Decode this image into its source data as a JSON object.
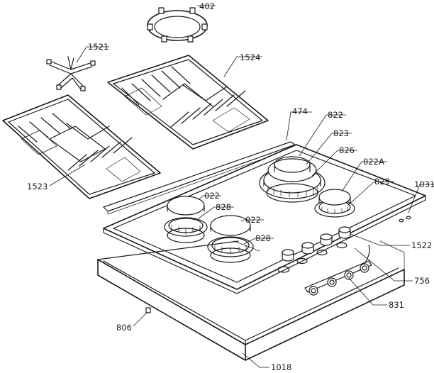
{
  "labels": {
    "l402": "402",
    "l1521": "1521",
    "l1524": "1524",
    "l474": "474",
    "l822": "822",
    "l823": "823",
    "l826": "826",
    "l022A": "022A",
    "l829": "829",
    "l1031": "1031",
    "l1523": "1523",
    "l022a": "022",
    "l828a": "828",
    "l022b": "022",
    "l828b": "828",
    "l1522": "1522",
    "l756": "756",
    "l831": "831",
    "l806": "806",
    "l1018": "1018"
  }
}
